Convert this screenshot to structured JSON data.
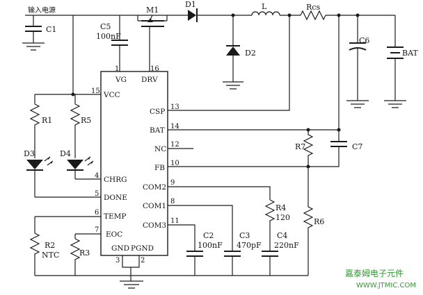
{
  "input_label": "输入电源",
  "chip": {
    "top_pins": [
      {
        "num": "1",
        "name": "VG"
      },
      {
        "num": "16",
        "name": "DRV"
      }
    ],
    "left_pins": [
      {
        "num": "15",
        "name": "VCC"
      },
      {
        "num": "4",
        "name": "CHRG"
      },
      {
        "num": "5",
        "name": "DONE"
      },
      {
        "num": "6",
        "name": "TEMP"
      },
      {
        "num": "7",
        "name": "EOC"
      }
    ],
    "right_pins": [
      {
        "num": "13",
        "name": "CSP"
      },
      {
        "num": "14",
        "name": "BAT"
      },
      {
        "num": "12",
        "name": "NC"
      },
      {
        "num": "10",
        "name": "FB"
      },
      {
        "num": "9",
        "name": "COM2"
      },
      {
        "num": "8",
        "name": "COM1"
      },
      {
        "num": "11",
        "name": "COM3"
      }
    ],
    "bottom_pins": [
      {
        "num": "3",
        "name": "GND"
      },
      {
        "num": "2",
        "name": "PGND"
      }
    ]
  },
  "components": {
    "C1": {
      "ref": "C1"
    },
    "C5": {
      "ref": "C5",
      "value": "100nF"
    },
    "M1": {
      "ref": "M1"
    },
    "D1": {
      "ref": "D1"
    },
    "D2": {
      "ref": "D2"
    },
    "L": {
      "ref": "L"
    },
    "Rcs": {
      "ref": "Rcs"
    },
    "C6": {
      "ref": "C6"
    },
    "BAT": {
      "ref": "BAT"
    },
    "C7": {
      "ref": "C7"
    },
    "R7": {
      "ref": "R7"
    },
    "R6": {
      "ref": "R6"
    },
    "R1": {
      "ref": "R1"
    },
    "R5": {
      "ref": "R5"
    },
    "D3": {
      "ref": "D3"
    },
    "D4": {
      "ref": "D4"
    },
    "R2": {
      "ref": "R2",
      "value": "NTC"
    },
    "R3": {
      "ref": "R3"
    },
    "R4": {
      "ref": "R4",
      "value": "120"
    },
    "C2": {
      "ref": "C2",
      "value": "100nF"
    },
    "C3": {
      "ref": "C3",
      "value": "470pF"
    },
    "C4": {
      "ref": "C4",
      "value": "220nF"
    }
  },
  "watermark": {
    "brand": "嘉泰姆电子元件",
    "url": "WWW.JTMIC.COM"
  }
}
